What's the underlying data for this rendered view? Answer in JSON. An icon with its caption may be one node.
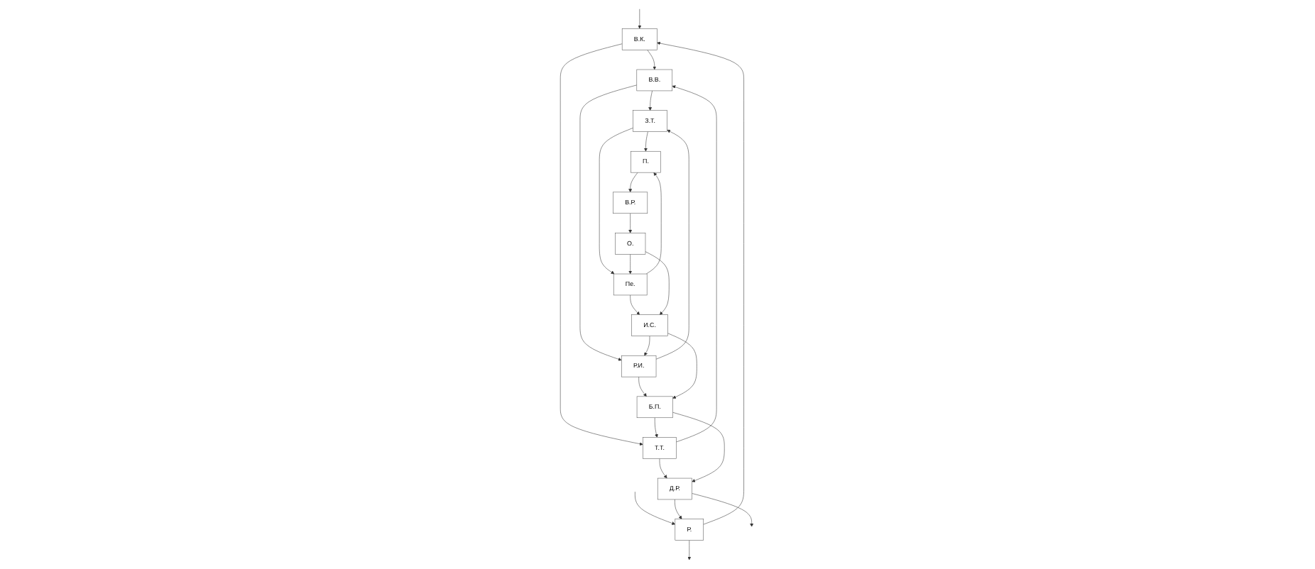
{
  "diagram": {
    "nodes": [
      {
        "text": [
          "В.К."
        ]
      },
      {
        "text": [
          "В.В."
        ]
      },
      {
        "text": [
          "З.Т."
        ]
      },
      {
        "text": [
          "П."
        ]
      },
      {
        "text": [
          "Р."
        ]
      },
      {
        "text": [
          "Т.Т."
        ]
      },
      {
        "text": [
          "Р.И."
        ]
      },
      {
        "text": [
          "Пе."
        ]
      },
      {
        "text": [
          "В.Р."
        ]
      },
      {
        "text": [
          "Д.Р."
        ]
      },
      {
        "text": [
          "Б.П."
        ]
      },
      {
        "text": [
          "И.С."
        ]
      },
      {
        "text": [
          "О."
        ]
      }
    ],
    "edges": [
      {
        "from": null,
        "to": 0,
        "arrow": "to"
      },
      {
        "from": 0,
        "to": 1,
        "arrow": "to"
      },
      {
        "from": 1,
        "to": 2,
        "arrow": "to"
      },
      {
        "from": 2,
        "to": 3,
        "arrow": "to"
      },
      {
        "from": null,
        "to": 4,
        "arrow": "to"
      },
      {
        "from": 4,
        "to": null,
        "arrow": "to"
      },
      {
        "from": 4,
        "to": 0,
        "arrow": "to"
      },
      {
        "from": 0,
        "to": 5,
        "arrow": "to"
      },
      {
        "from": 5,
        "to": 9,
        "arrow": "to"
      },
      {
        "from": 9,
        "to": 4,
        "arrow": "to"
      },
      {
        "from": 5,
        "to": 1,
        "arrow": "to"
      },
      {
        "from": 1,
        "to": 6,
        "arrow": "to"
      },
      {
        "from": 6,
        "to": 10,
        "arrow": "to"
      },
      {
        "from": 10,
        "to": 5,
        "arrow": "to"
      },
      {
        "from": 6,
        "to": 2,
        "arrow": "to"
      },
      {
        "from": 2,
        "to": 7,
        "arrow": "to"
      },
      {
        "from": 7,
        "to": 11,
        "arrow": "to"
      },
      {
        "from": 11,
        "to": 6,
        "arrow": "to"
      },
      {
        "from": 7,
        "to": 3,
        "arrow": "to"
      },
      {
        "from": 3,
        "to": 8,
        "arrow": "to"
      },
      {
        "from": 8,
        "to": 12,
        "arrow": "to"
      },
      {
        "from": 12,
        "to": 7,
        "arrow": "to"
      },
      {
        "from": 12,
        "to": 11,
        "arrow": "to"
      },
      {
        "from": 11,
        "to": 10,
        "arrow": "to"
      },
      {
        "from": 10,
        "to": 9,
        "arrow": "to"
      },
      {
        "from": 9,
        "to": null,
        "arrow": "to"
      }
    ]
  }
}
